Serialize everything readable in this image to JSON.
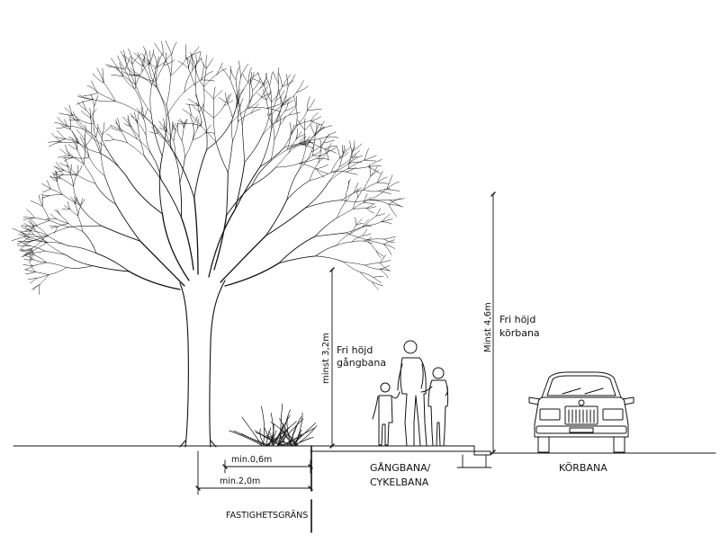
{
  "clearance_walk": {
    "label_line1": "Fri höjd",
    "label_line2": "gångbana",
    "dimension": "minst 3,2m"
  },
  "clearance_road": {
    "label_line1": "Fri höjd",
    "label_line2": "körbana",
    "dimension": "Minst 4,6m"
  },
  "surfaces": {
    "sidewalk_line1": "GÅNGBANA/",
    "sidewalk_line2": "CYKELBANA",
    "roadway": "KÖRBANA"
  },
  "offsets": {
    "shrub": "min.0,6m",
    "tree": "min.2,0m"
  },
  "property_line": "FASTIGHETSGRÄNS"
}
